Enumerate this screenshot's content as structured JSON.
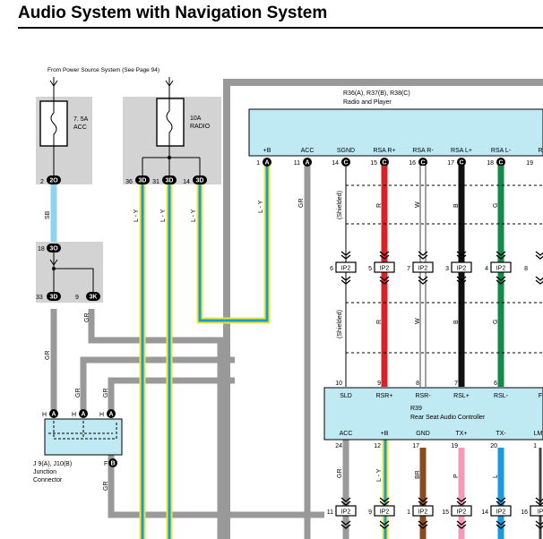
{
  "title": "Audio System with Navigation System",
  "power_note": "From Power Source System (See Page 94)",
  "fuses": [
    {
      "rating": "7. 5A",
      "name": "ACC"
    },
    {
      "rating": "10A",
      "name": "RADIO"
    }
  ],
  "acc_fuse_pin": {
    "num": "2",
    "conn": "2O"
  },
  "radio_fuse_pins": [
    {
      "num": "36",
      "conn": "3D"
    },
    {
      "num": "31",
      "conn": "3D"
    },
    {
      "num": "14",
      "conn": "3D"
    }
  ],
  "mid_block": {
    "top_pin": {
      "num": "18",
      "conn": "3O"
    },
    "bottom_pins": [
      {
        "num": "33",
        "conn": "3D"
      },
      {
        "num": "9",
        "conn": "3K"
      }
    ]
  },
  "radio": {
    "name": "R36(A), R37(B), R38(C)",
    "desc": "Radio and Player",
    "terminals": [
      "+B",
      "ACC",
      "SGND",
      "RSA R+",
      "RSA R-",
      "RSA L+",
      "RSA L-",
      "R"
    ],
    "pins": [
      {
        "num": "1",
        "letter": "A"
      },
      {
        "num": "11",
        "letter": "A"
      },
      {
        "num": "14",
        "letter": "C"
      },
      {
        "num": "15",
        "letter": "C"
      },
      {
        "num": "16",
        "letter": "C"
      },
      {
        "num": "17",
        "letter": "C"
      },
      {
        "num": "18",
        "letter": "C"
      },
      {
        "num": "19",
        "letter": ""
      }
    ]
  },
  "wire_labels": {
    "sb": "SB",
    "ly": "L - Y",
    "gr": "GR",
    "r": "R",
    "w": "W",
    "b": "B",
    "g": "G",
    "br": "BR",
    "p": "P",
    "l": "L",
    "shielded": "(Shielded)"
  },
  "ip2_row": [
    {
      "num": "6",
      "conn": "IP2"
    },
    {
      "num": "5",
      "conn": "IP2"
    },
    {
      "num": "7",
      "conn": "IP2"
    },
    {
      "num": "3",
      "conn": "IP2"
    },
    {
      "num": "4",
      "conn": "IP2"
    },
    {
      "num": "8",
      "conn": ""
    }
  ],
  "rsac_top_pin_nums": [
    "10",
    "9",
    "8",
    "7",
    "6"
  ],
  "rsac": {
    "name": "R39",
    "desc": "Rear Seat Audio Controller",
    "top_terminals": [
      "SLD",
      "RSR+",
      "RSR-",
      "RSL+",
      "RSL-",
      "F"
    ],
    "bottom_terminals": [
      "ACC",
      "+B",
      "GND",
      "TX+",
      "TX-",
      "LMU"
    ],
    "bottom_pin_nums": [
      "24",
      "12",
      "17",
      "19",
      "20",
      "1"
    ]
  },
  "bottom_ip2_row": [
    {
      "num": "11",
      "conn": "IP2"
    },
    {
      "num": "9",
      "conn": "IP2"
    },
    {
      "num": "1",
      "conn": "IP2"
    },
    {
      "num": "15",
      "conn": "IP2"
    },
    {
      "num": "14",
      "conn": "IP2"
    },
    {
      "num": "16",
      "conn": "IP"
    }
  ],
  "junction": {
    "name": "J 9(A), J10(B)",
    "desc1": "Junction",
    "desc2": "Connector",
    "pins": [
      "H",
      "A",
      "H",
      "A",
      "H",
      "A"
    ],
    "side_pins": [
      "F",
      "B"
    ]
  },
  "colors": {
    "shade": "#d3d3d3",
    "connector_fill": "#bfe9f3",
    "gray_wire": "#999999",
    "red_wire": "#d8222a",
    "black_wire": "#111111",
    "green_wire": "#138a4a",
    "sky_wire": "#8fd3ec",
    "brown_wire": "#8a4b1f",
    "pink_wire": "#f29bb8",
    "blue_wire": "#1a9be0",
    "yellow_wire": "#f2e52a"
  }
}
